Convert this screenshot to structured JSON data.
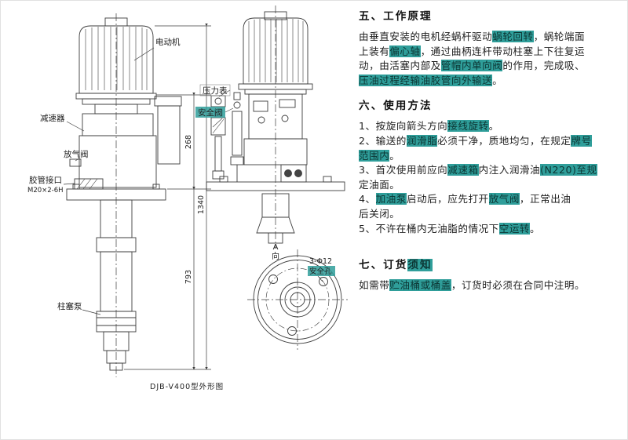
{
  "colors": {
    "highlight_bg": "#2f9e9a",
    "highlight_text": "#0c3533",
    "ink": "#202020",
    "line_color": "#3c3c3c"
  },
  "drawing": {
    "labels": {
      "motor": "电动机",
      "reducer": "减速器",
      "air_valve": "放气阀",
      "hose_port": "胶管接口",
      "hose_thread": "M20×2-6H",
      "plunger_pump": "柱塞泵",
      "pressure_gauge": "压力表",
      "safety_valve": "安全阀",
      "holes_line1": "3-Φ12",
      "holes_line2": "安全孔",
      "view_a_letter": "A",
      "view_a_char": "向",
      "caption": "DJB-V400型外形图"
    },
    "dims": {
      "reducer_height": "268",
      "total_height": "1340",
      "lower_height": "793"
    }
  },
  "right": {
    "s5": {
      "heading": "五、工作原理",
      "lines": [
        [
          "由垂直安装的电机经蜗杆驱动",
          "蜗轮回转",
          "，蜗轮端面"
        ],
        [
          "上装有",
          "偏心轴",
          "，通过曲柄连杆带动柱塞上下往复运"
        ],
        [
          "动，由活塞内部及",
          "管帽内单向阀",
          "的作用，完成吸、"
        ],
        [
          "压油过程经输油胶管向外输送",
          "。"
        ]
      ]
    },
    "s6": {
      "heading": "六、使用方法",
      "lines": [
        [
          "1、按旋向箭头方向",
          "接线旋转",
          "。"
        ],
        [
          "2、输送的",
          "润滑脂",
          "必须干净，质地均匀，在规定",
          "牌号"
        ],
        [
          "范围内",
          "。"
        ],
        [
          "3、首次使用前应向",
          "减速箱",
          "内注入润滑油",
          "(N220)至规"
        ],
        [
          "定油面。"
        ],
        [
          "4、",
          "加油泵",
          "启动后，应先打开",
          "放气阀",
          "，正常出油"
        ],
        [
          "后关闭。"
        ],
        [
          "5、不许在桶内无油脂的情况下",
          "空运转",
          "。"
        ]
      ]
    },
    "s7": {
      "heading": [
        "七、订货",
        "须知"
      ],
      "lines": [
        [
          "如需带",
          "贮油桶或桶盖",
          "，订货时必须在合同中注明。"
        ]
      ]
    }
  }
}
